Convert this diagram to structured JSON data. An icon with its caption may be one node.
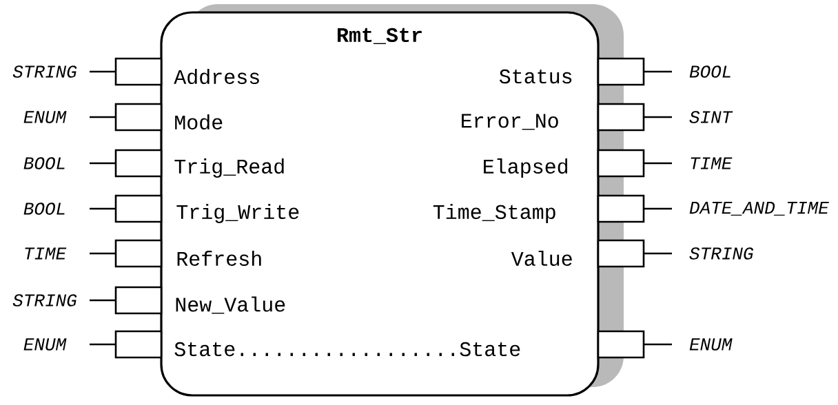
{
  "diagram": {
    "nodes": [
      {
        "text": [
          "Rmt_Str",
          "Address",
          "Status",
          "Mode",
          "Error_No",
          "Trig_Read",
          "Elapsed",
          "Trig_Write",
          "Time_Stamp",
          "Refresh",
          "Value",
          "New_Value",
          "State..................State"
        ]
      },
      {
        "text": [
          "STRING"
        ]
      },
      {
        "text": [],
        "shape": "box"
      },
      {
        "text": [],
        "shape": "box"
      },
      {
        "text": [
          "BOOL"
        ]
      },
      {
        "text": [
          "ENUM"
        ]
      },
      {
        "text": [],
        "shape": "box"
      },
      {
        "text": [],
        "shape": "box"
      },
      {
        "text": [
          "SINT"
        ]
      },
      {
        "text": [
          "BOOL"
        ]
      },
      {
        "text": [],
        "shape": "box"
      },
      {
        "text": [],
        "shape": "box"
      },
      {
        "text": [
          "TIME"
        ]
      },
      {
        "text": [
          "BOOL"
        ]
      },
      {
        "text": [],
        "shape": "box"
      },
      {
        "text": [],
        "shape": "box"
      },
      {
        "text": [
          "DATE_AND_TIME"
        ]
      },
      {
        "text": [
          "TIME"
        ]
      },
      {
        "text": [],
        "shape": "box"
      },
      {
        "text": [],
        "shape": "box"
      },
      {
        "text": [
          "STRING"
        ]
      },
      {
        "text": [
          "STRING"
        ]
      },
      {
        "text": [],
        "shape": "box"
      },
      {
        "text": [
          "ENUM"
        ]
      },
      {
        "text": [],
        "shape": "box"
      },
      {
        "text": [],
        "shape": "box"
      },
      {
        "text": [
          "ENUM"
        ]
      }
    ],
    "edges": [
      {
        "from": 1,
        "to": 2,
        "arrow": "none"
      },
      {
        "from": 3,
        "to": 4,
        "arrow": "none"
      },
      {
        "from": 5,
        "to": 6,
        "arrow": "none"
      },
      {
        "from": 7,
        "to": 8,
        "arrow": "none"
      },
      {
        "from": 9,
        "to": 10,
        "arrow": "none"
      },
      {
        "from": 11,
        "to": 12,
        "arrow": "none"
      },
      {
        "from": 13,
        "to": 14,
        "arrow": "none"
      },
      {
        "from": 15,
        "to": 16,
        "arrow": "none"
      },
      {
        "from": 17,
        "to": 18,
        "arrow": "none"
      },
      {
        "from": 19,
        "to": 20,
        "arrow": "none"
      },
      {
        "from": 21,
        "to": 22,
        "arrow": "none"
      },
      {
        "from": 23,
        "to": 24,
        "arrow": "none"
      },
      {
        "from": 25,
        "to": 26,
        "arrow": "none"
      }
    ]
  }
}
